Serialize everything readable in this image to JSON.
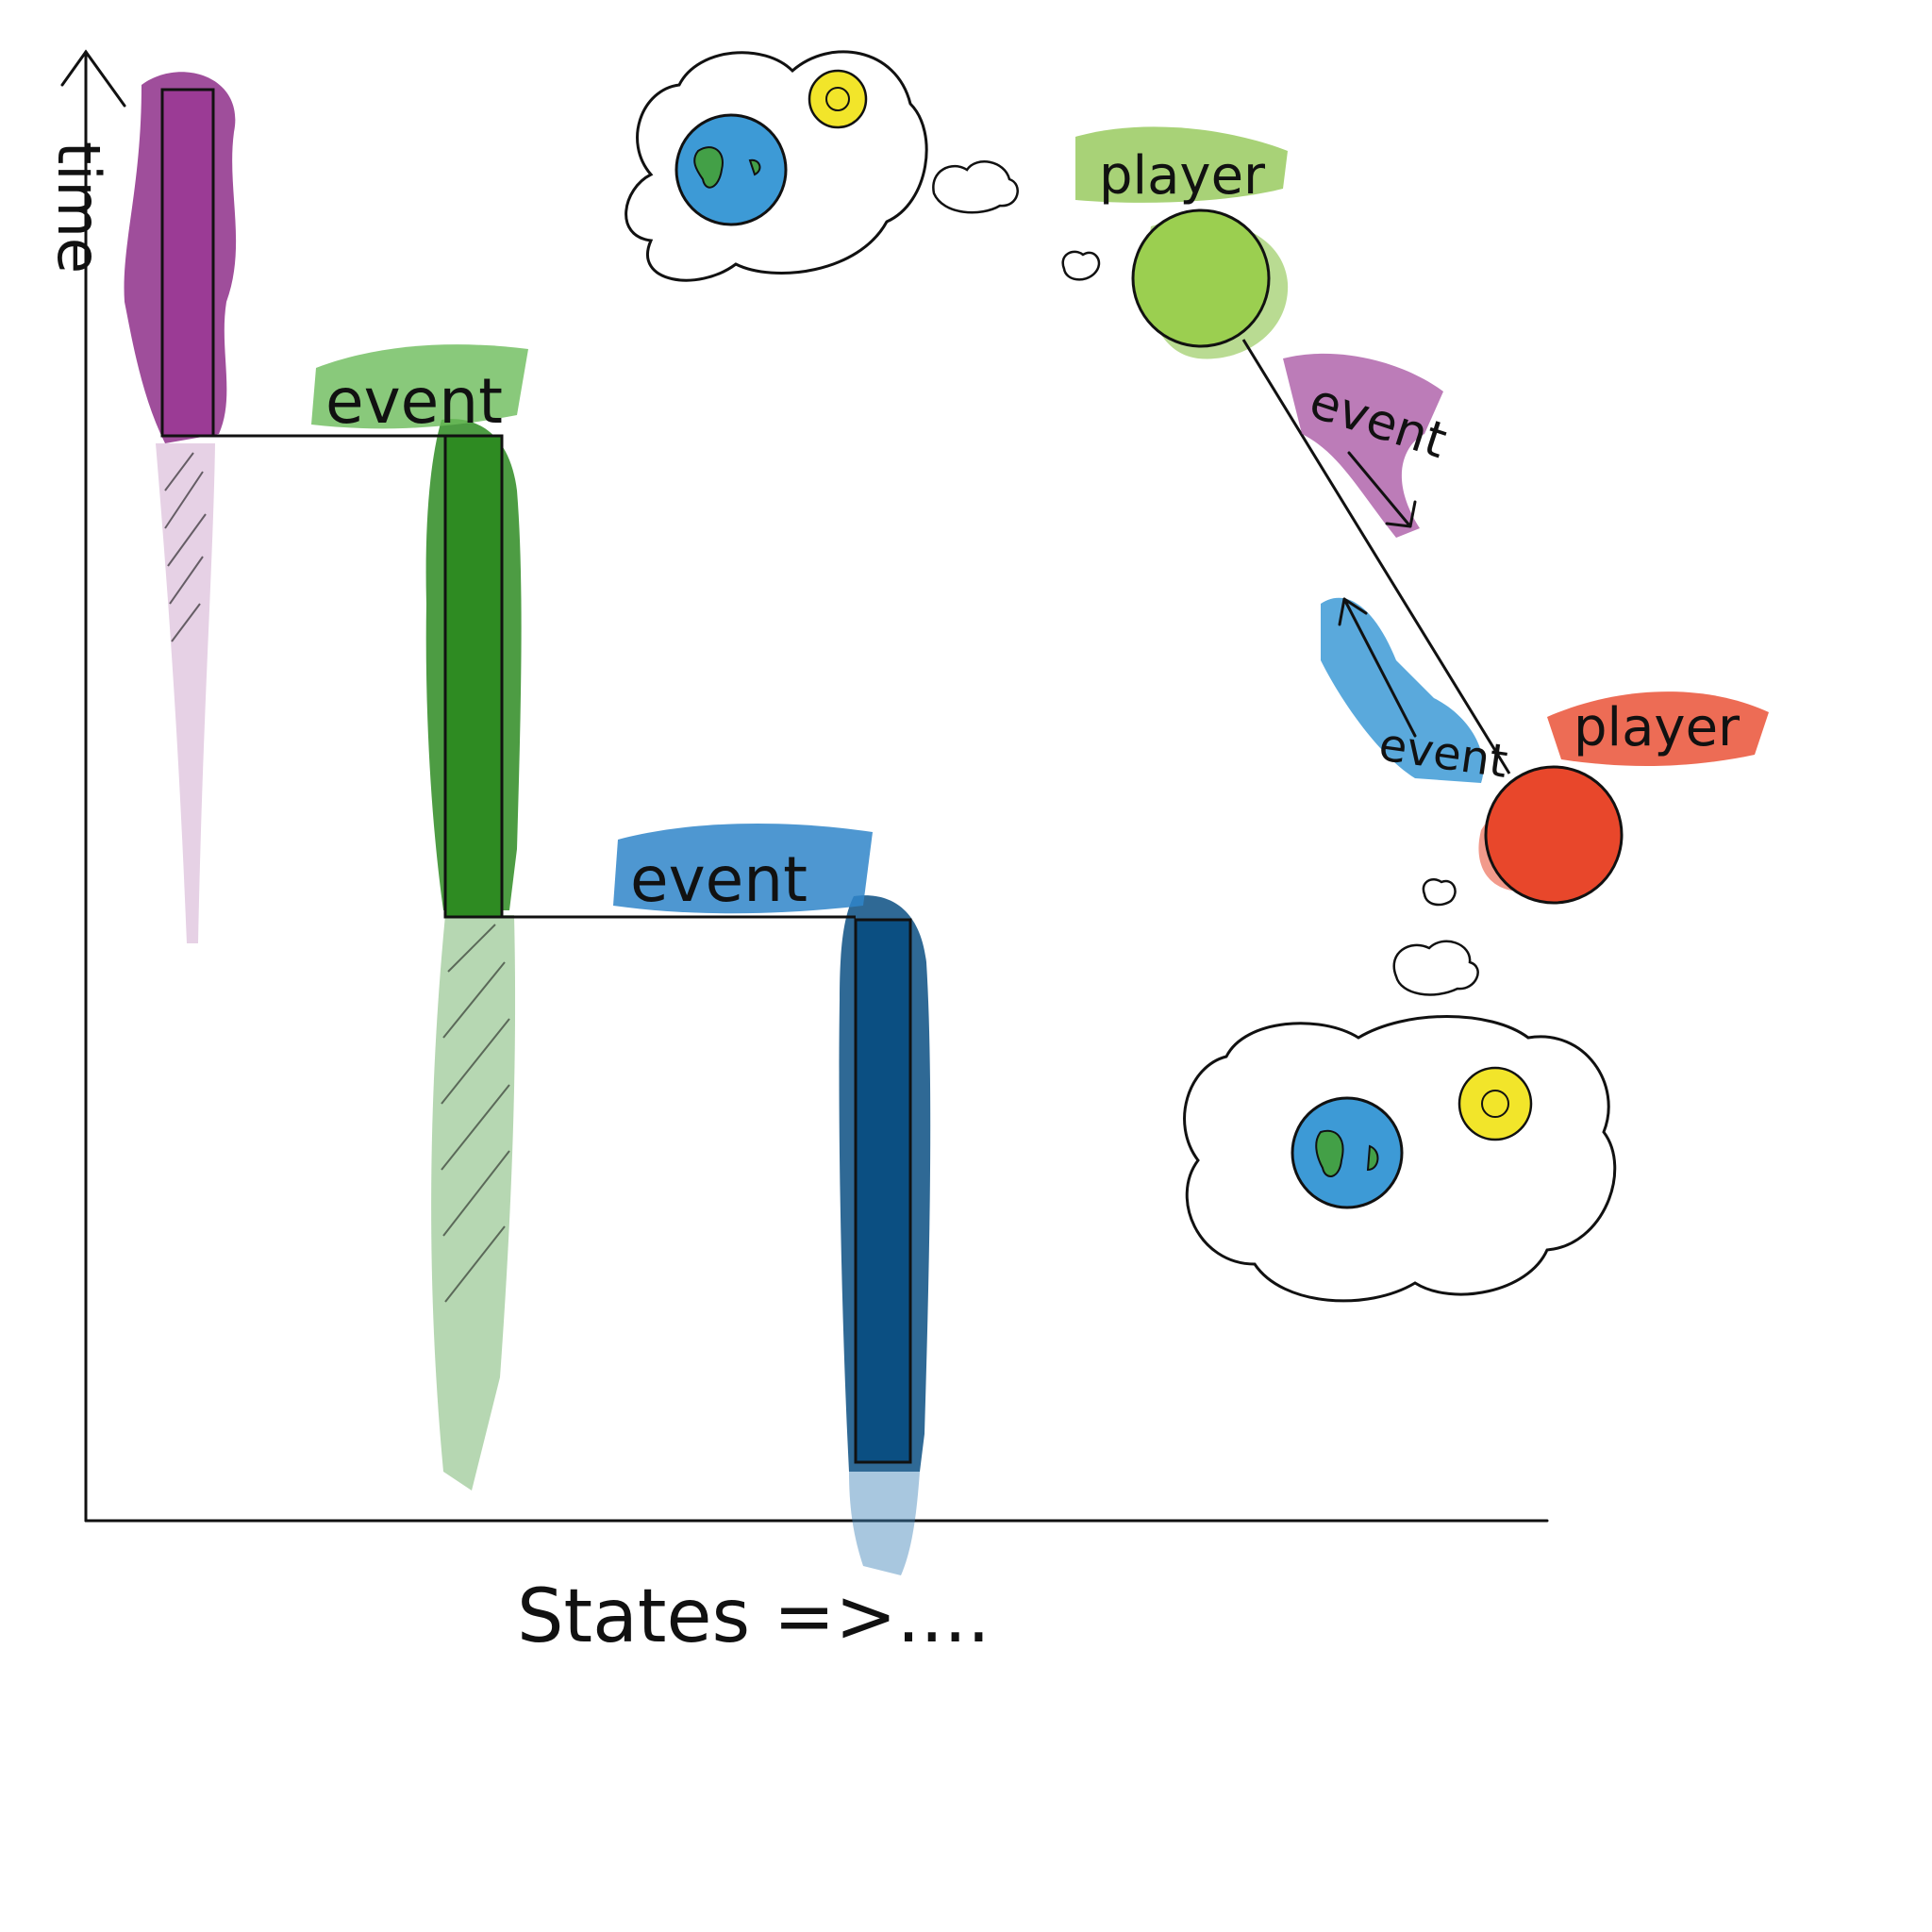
{
  "axes": {
    "y_label": "time",
    "x_label": "States =>...."
  },
  "timeline": {
    "event_labels": [
      "event",
      "event"
    ]
  },
  "players": {
    "top": {
      "label": "player",
      "color": "#8bc34a"
    },
    "bottom": {
      "label": "player",
      "color": "#e8472b"
    }
  },
  "links": {
    "down_label": "event",
    "up_label": "event"
  },
  "colors": {
    "purple": "#8e2f8a",
    "green": "#2e8b22",
    "blue": "#0b4f82",
    "sky": "#3d9ad6",
    "sun": "#f2e52a",
    "earth_land": "#43a047",
    "player_green": "#8bc34a",
    "player_red": "#e8472b"
  }
}
